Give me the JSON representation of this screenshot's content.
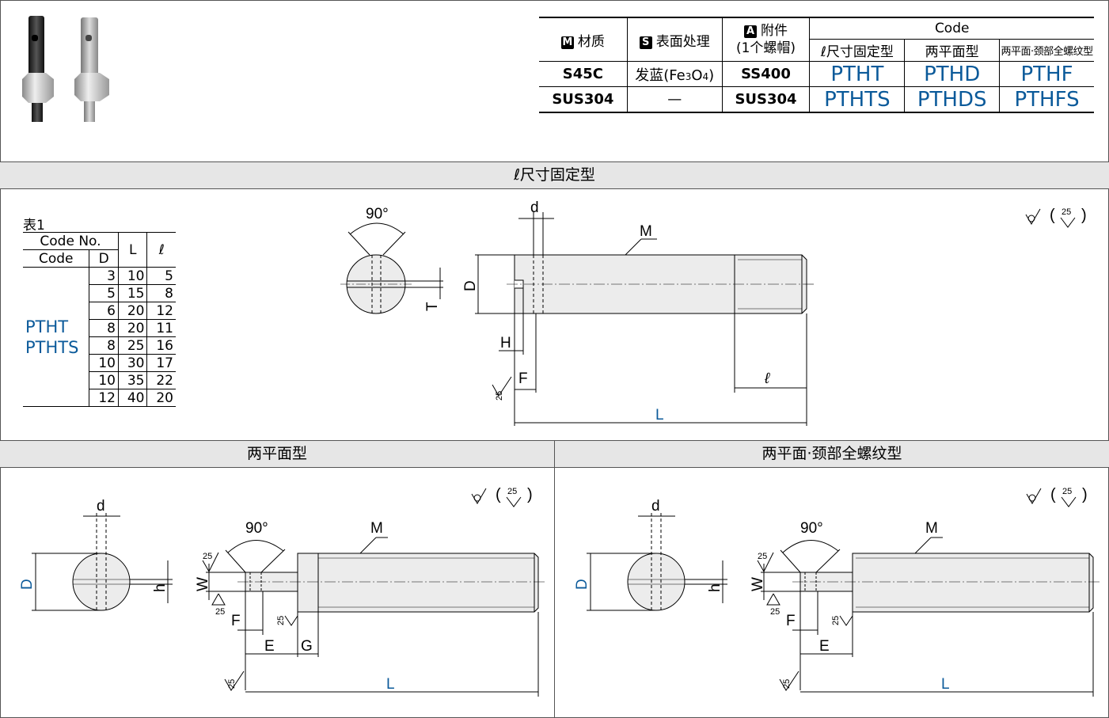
{
  "spec_table": {
    "material_header": "材质",
    "material_badge": "M",
    "surface_header": "表面处理",
    "surface_badge": "S",
    "accessory_header": "附件",
    "accessory_sub": "(1个螺帽)",
    "accessory_badge": "A",
    "code_header": "Code",
    "code_sub": [
      "ℓ尺寸固定型",
      "两平面型",
      "两平面·颈部全螺纹型"
    ],
    "rows": [
      {
        "material": "S45C",
        "surface": "发蓝(Fe3O4)",
        "accessory": "SS400",
        "codes": [
          "PTHT",
          "PTHD",
          "PTHF"
        ]
      },
      {
        "material": "SUS304",
        "surface": "—",
        "accessory": "SUS304",
        "codes": [
          "PTHTS",
          "PTHDS",
          "PTHFS"
        ]
      }
    ]
  },
  "sections": {
    "fixed": "ℓ尺寸固定型",
    "flat": "两平面型",
    "flat_thread": "两平面·颈部全螺纹型"
  },
  "table1": {
    "title": "表1",
    "h_codeno": "Code No.",
    "h_code": "Code",
    "h_d": "D",
    "h_l": "L",
    "h_ell": "ℓ",
    "codes": [
      "PTHT",
      "PTHTS"
    ],
    "rows": [
      {
        "D": "3",
        "L": "10",
        "ell": "5"
      },
      {
        "D": "5",
        "L": "15",
        "ell": "8"
      },
      {
        "D": "6",
        "L": "20",
        "ell": "12"
      },
      {
        "D": "8",
        "L": "20",
        "ell": "11"
      },
      {
        "D": "8",
        "L": "25",
        "ell": "16"
      },
      {
        "D": "10",
        "L": "30",
        "ell": "17"
      },
      {
        "D": "10",
        "L": "35",
        "ell": "22"
      },
      {
        "D": "12",
        "L": "40",
        "ell": "20"
      }
    ]
  },
  "dims": {
    "angle": "90°",
    "d": "d",
    "D": "D",
    "M": "M",
    "T": "T",
    "H": "H",
    "F": "F",
    "ell": "ℓ",
    "L": "L",
    "W": "W",
    "h": "h",
    "E": "E",
    "G": "G",
    "rough": "25"
  },
  "colors": {
    "code_blue": "#0b5a9a",
    "band": "#e6e6e6"
  }
}
